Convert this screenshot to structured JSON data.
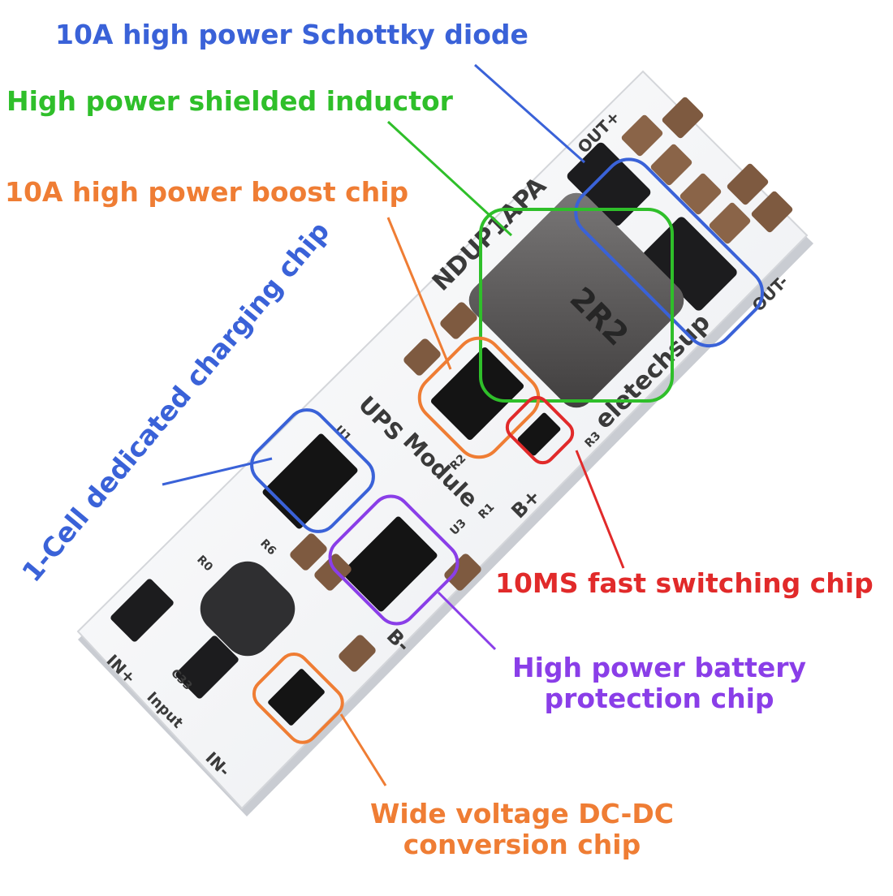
{
  "callouts": {
    "schottky_diode": "10A high power Schottky diode",
    "shielded_inductor": "High power shielded inductor",
    "boost_chip": "10A high power boost chip",
    "charging_chip": "1-Cell dedicated charging chip",
    "fast_switching_chip": "10MS fast switching chip",
    "battery_protection_line1": "High power battery",
    "battery_protection_line2": "protection chip",
    "dcdc_line1": "Wide voltage DC-DC",
    "dcdc_line2": "conversion chip"
  },
  "board": {
    "model": "NDUP1APA",
    "brand": "eletechsup",
    "title_line1": "UPS",
    "title_line2": "Module",
    "out_plus": "OUT+",
    "out_minus": "OUT-",
    "in_plus": "IN+",
    "in_minus": "IN-",
    "input": "Input",
    "b_plus": "B+",
    "b_minus": "B-",
    "inductor_mark": "2R2",
    "u1": "U1",
    "u3": "U3",
    "r0": "R0",
    "r1": "R1",
    "r2": "R2",
    "r3": "R3",
    "r6": "R6",
    "c33": "C33"
  },
  "colors": {
    "blue": "#3a62d8",
    "green": "#2fbf2a",
    "orange": "#ef7d34",
    "red": "#e12a2a",
    "purple": "#8a3ee8"
  }
}
